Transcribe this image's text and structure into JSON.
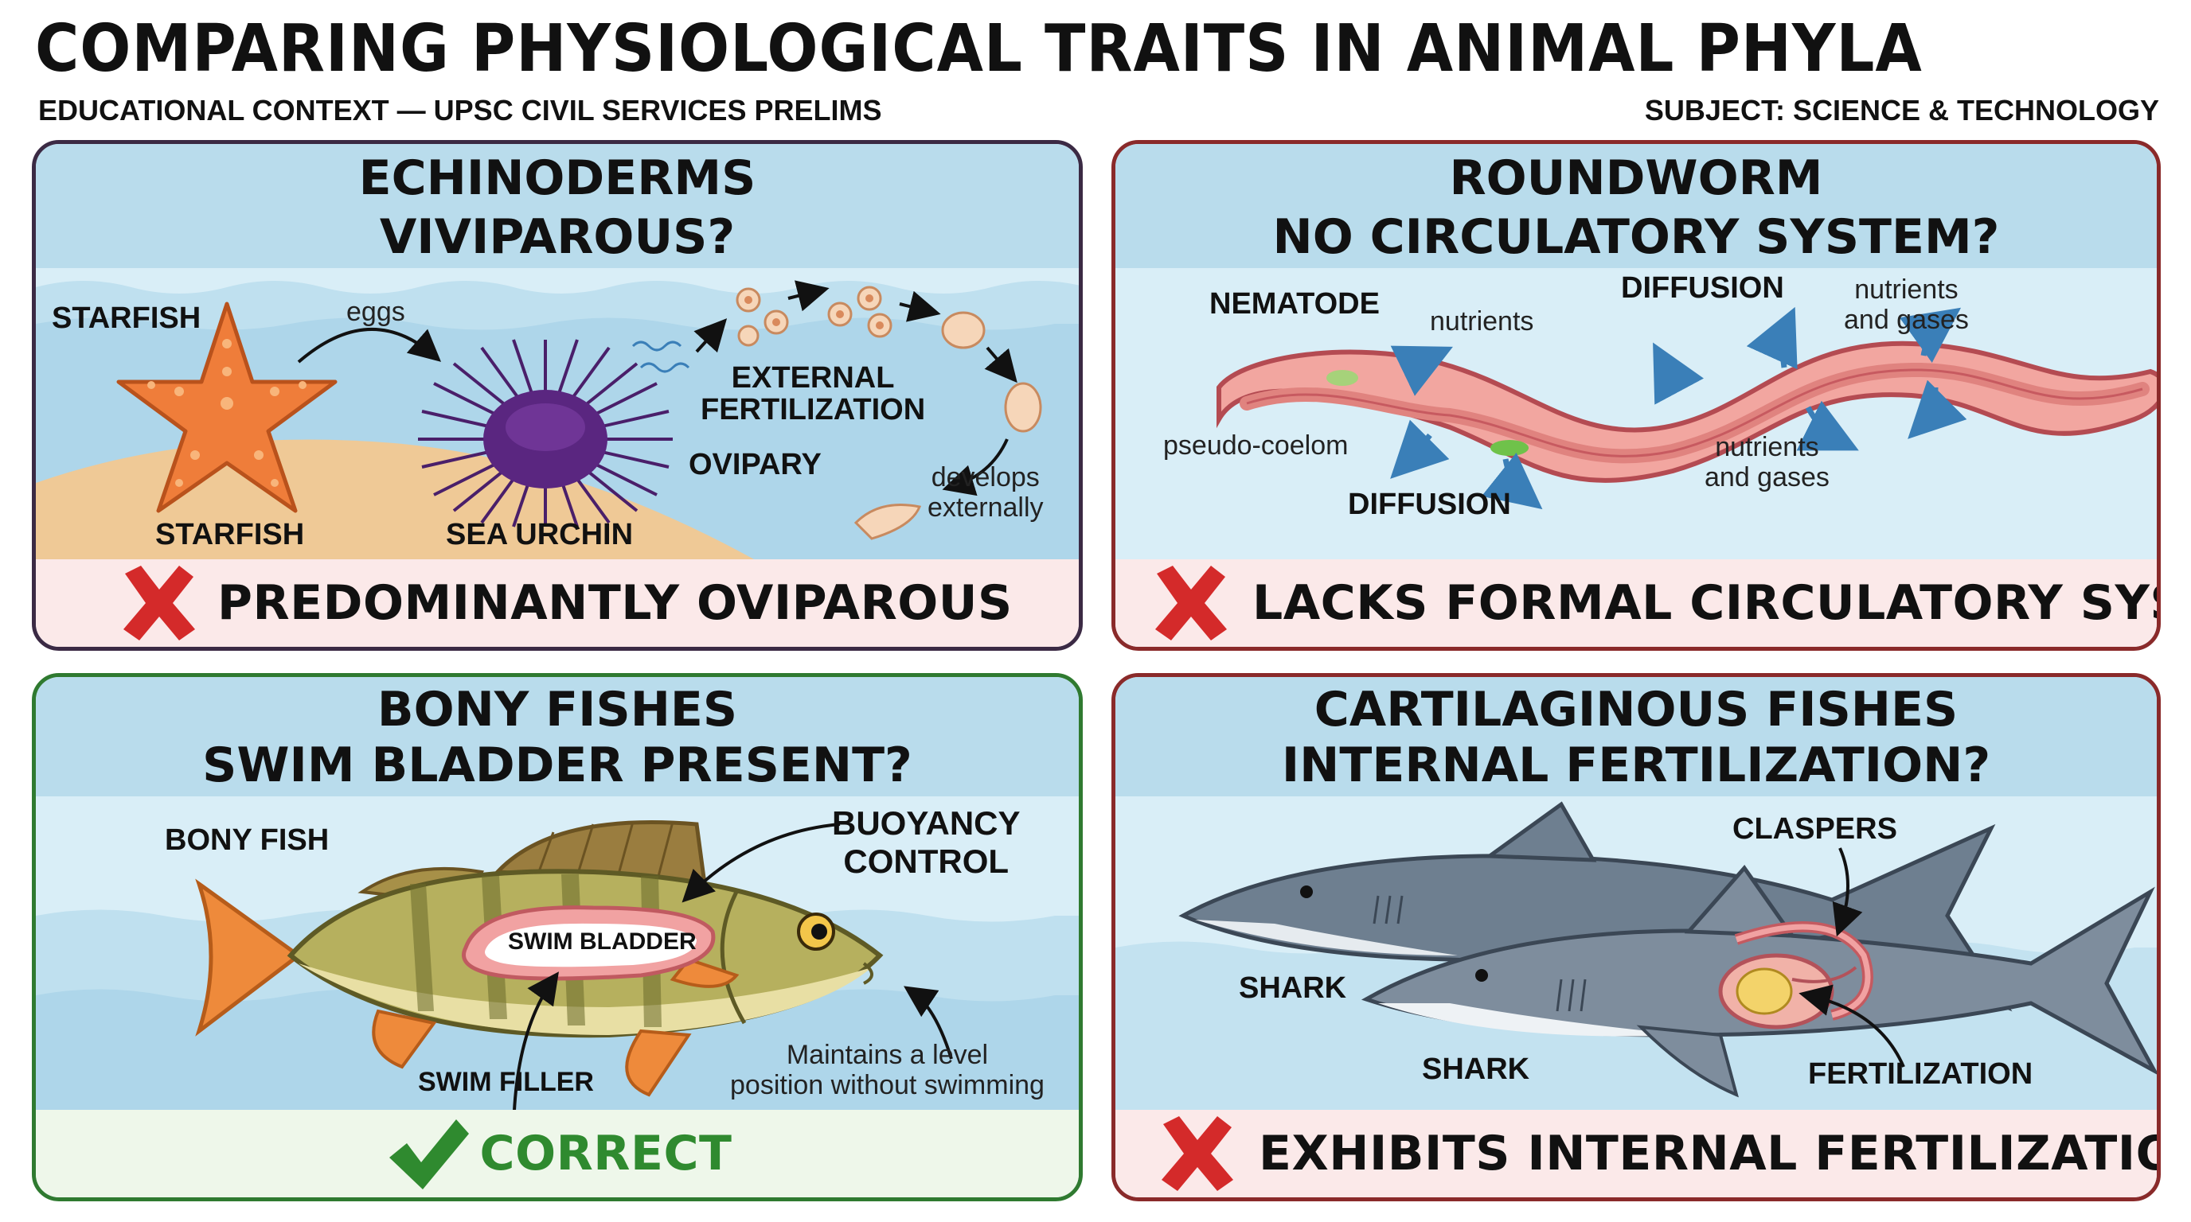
{
  "header": {
    "title": "COMPARING PHYSIOLOGICAL TRAITS IN ANIMAL PHYLA",
    "context": "EDUCATIONAL CONTEXT — UPSC CIVIL SERVICES PRELIMS",
    "subject": "SUBJECT: SCIENCE & TECHNOLOGY"
  },
  "panels": {
    "echinoderms": {
      "title_line1": "ECHINODERMS",
      "title_line2": "VIVIPAROUS?",
      "labels": {
        "starfish_top": "STARFISH",
        "eggs": "eggs",
        "external_fertilization": "EXTERNAL\nFERTILIZATION",
        "ovipary": "OVIPARY",
        "develops_externally": "develops\nexternally",
        "starfish_bottom": "STARFISH",
        "sea_urchin": "SEA URCHIN"
      },
      "verdict": "PREDOMINANTLY OVIPAROUS",
      "verdict_icon": "cross-icon"
    },
    "roundworm": {
      "title_line1": "ROUNDWORM",
      "title_line2": "NO CIRCULATORY SYSTEM?",
      "labels": {
        "nematode": "NEMATODE",
        "nutrients": "nutrients",
        "diffusion_top": "DIFFUSION",
        "nutrients_gases_top": "nutrients\nand gases",
        "pseudo_coelom": "pseudo-coelom",
        "diffusion_bottom": "DIFFUSION",
        "nutrients_gases_bottom": "nutrients\nand gases"
      },
      "verdict": "LACKS FORMAL CIRCULATORY SYSTEM",
      "verdict_icon": "cross-icon"
    },
    "bony_fishes": {
      "title_line1": "BONY FISHES",
      "title_line2": "SWIM BLADDER PRESENT?",
      "labels": {
        "bony_fish": "BONY FISH",
        "buoyancy_control": "BUOYANCY\nCONTROL",
        "swim_bladder": "SWIM BLADDER",
        "swim_filler": "SWIM FILLER",
        "maintains_level": "Maintains a level\nposition without swimming"
      },
      "verdict": "CORRECT",
      "verdict_icon": "check-icon"
    },
    "cartilaginous": {
      "title_line1": "CARTILAGINOUS FISHES",
      "title_line2": "INTERNAL FERTILIZATION?",
      "labels": {
        "claspers": "CLASPERS",
        "shark_top": "SHARK",
        "shark_bottom": "SHARK",
        "fertilization": "FERTILIZATION"
      },
      "verdict": "EXHIBITS INTERNAL FERTILIZATION",
      "verdict_icon": "cross-icon"
    }
  },
  "colors": {
    "header_band": "#b9dcec",
    "water": "#d9eef7",
    "wrong_bg": "#fbe9e9",
    "correct_bg": "#eef7ea",
    "cross": "#d42a2a",
    "check": "#2f8a2f",
    "arrow_blue": "#3a7fb8"
  }
}
